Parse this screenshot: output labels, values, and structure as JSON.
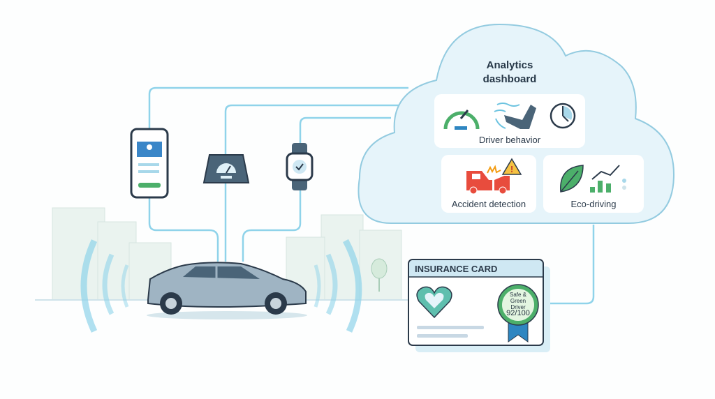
{
  "cloud": {
    "title_line1": "Analytics",
    "title_line2": "dashboard",
    "panels": [
      {
        "label": "Driver behavior",
        "icons": [
          "speedometer-icon",
          "foot-pedal-icon",
          "timer-icon"
        ]
      },
      {
        "label": "Accident detection",
        "icons": [
          "car-crash-icon",
          "warning-icon"
        ]
      },
      {
        "label": "Eco-driving",
        "icons": [
          "leaf-icon",
          "growth-chart-icon"
        ]
      }
    ]
  },
  "devices": [
    "smartphone-icon",
    "obd-dashboard-device-icon",
    "smartwatch-icon"
  ],
  "insurance_card": {
    "title": "INSURANCE CARD",
    "badge_line1": "Safe &",
    "badge_line2": "Green",
    "badge_line3": "Driver",
    "score": "92/100"
  },
  "colors": {
    "line": "#8fd3ea",
    "cloud_fill": "#e6f4fa",
    "accent_green": "#4caf6a",
    "accent_red": "#e84c3d",
    "ribbon": "#2e86c1"
  }
}
